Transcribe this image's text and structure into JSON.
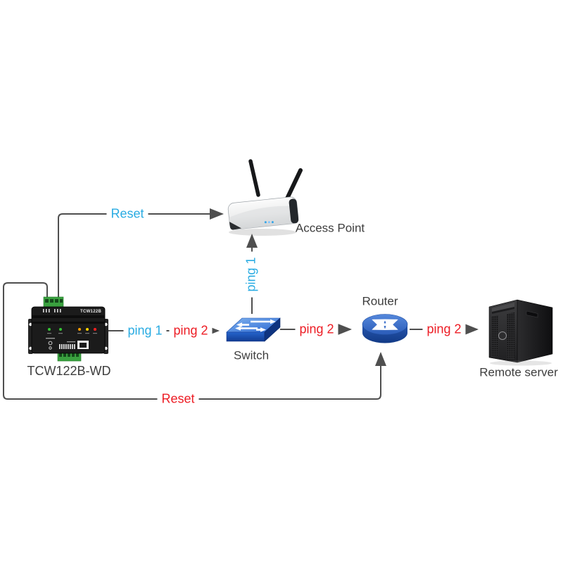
{
  "nodes": {
    "tcw": {
      "caption": "TCW122B-WD",
      "device_text": "TCW122B"
    },
    "access_point": {
      "label": "Access Point"
    },
    "switch": {
      "label": "Switch"
    },
    "router": {
      "label": "Router"
    },
    "server": {
      "label": "Remote server"
    }
  },
  "links": {
    "reset_ap": {
      "label": "Reset",
      "color": "#29ABE2"
    },
    "ping1_tcw_switch": {
      "label": "ping 1",
      "color": "#29ABE2"
    },
    "ping2_tcw_switch": {
      "label": "ping 2",
      "color": "#ED1C24"
    },
    "ping1_switch_ap": {
      "label": "ping 1",
      "color": "#29ABE2"
    },
    "ping2_switch_router": {
      "label": "ping 2",
      "color": "#ED1C24"
    },
    "ping2_router_server": {
      "label": "ping 2",
      "color": "#ED1C24"
    },
    "reset_router": {
      "label": "Reset",
      "color": "#ED1C24"
    }
  },
  "colors": {
    "wire": "#4F4F4F",
    "ping_blue": "#29ABE2",
    "ping_red": "#ED1C24",
    "node_label": "#3D3D3D",
    "switch_blue": "#2E6AD4",
    "router_blue": "#2B5CB8"
  }
}
